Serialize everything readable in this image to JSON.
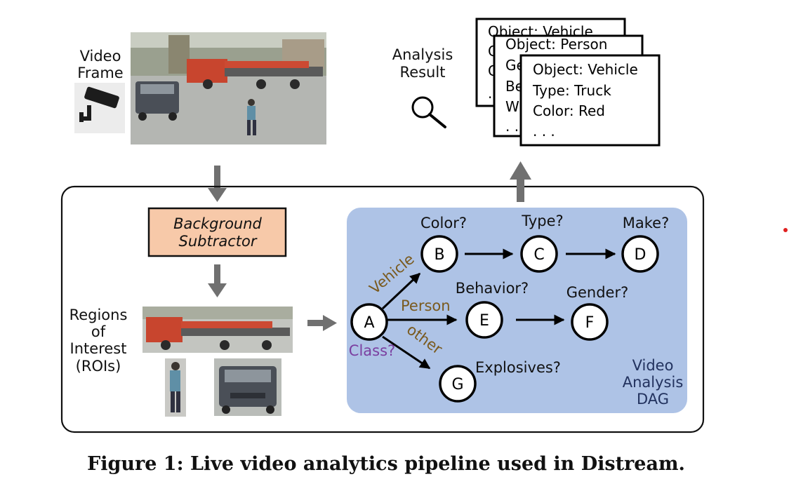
{
  "inputs": {
    "video_frame_label_1": "Video",
    "video_frame_label_2": "Frame",
    "camera_icon": "security-camera-icon"
  },
  "pipeline": {
    "background_subtractor_1": "Background",
    "background_subtractor_2": "Subtractor",
    "roi_label": [
      "Regions",
      "of",
      "Interest",
      "(ROIs)"
    ]
  },
  "result": {
    "label_1": "Analysis",
    "label_2": "Result",
    "icon": "magnifier-icon",
    "cards": [
      {
        "lines": [
          "Object: Vehicle",
          "C",
          "C"
        ]
      },
      {
        "lines": [
          "Object: Person",
          "Ge",
          "Be",
          "W",
          ". . ."
        ]
      },
      {
        "lines": [
          "Object: Vehicle",
          "Type: Truck",
          "Color: Red",
          ". . ."
        ]
      }
    ],
    "back_card_dots": ". ."
  },
  "dag": {
    "title": [
      "Video",
      "Analysis",
      "DAG"
    ],
    "nodes": {
      "A": "A",
      "B": "B",
      "C": "C",
      "D": "D",
      "E": "E",
      "F": "F",
      "G": "G"
    },
    "questions": {
      "class": "Class?",
      "color": "Color?",
      "type": "Type?",
      "make": "Make?",
      "behavior": "Behavior?",
      "gender": "Gender?",
      "explosives": "Explosives?"
    },
    "edges": {
      "vehicle": "Vehicle",
      "person": "Person",
      "other": "other"
    },
    "colors": {
      "panel": "#aec3e6",
      "edge_label": "#7a5a1e",
      "class_label": "#7b3fa0",
      "title": "#22325e"
    }
  },
  "caption": "Figure 1: Live video analytics pipeline used in Distream."
}
